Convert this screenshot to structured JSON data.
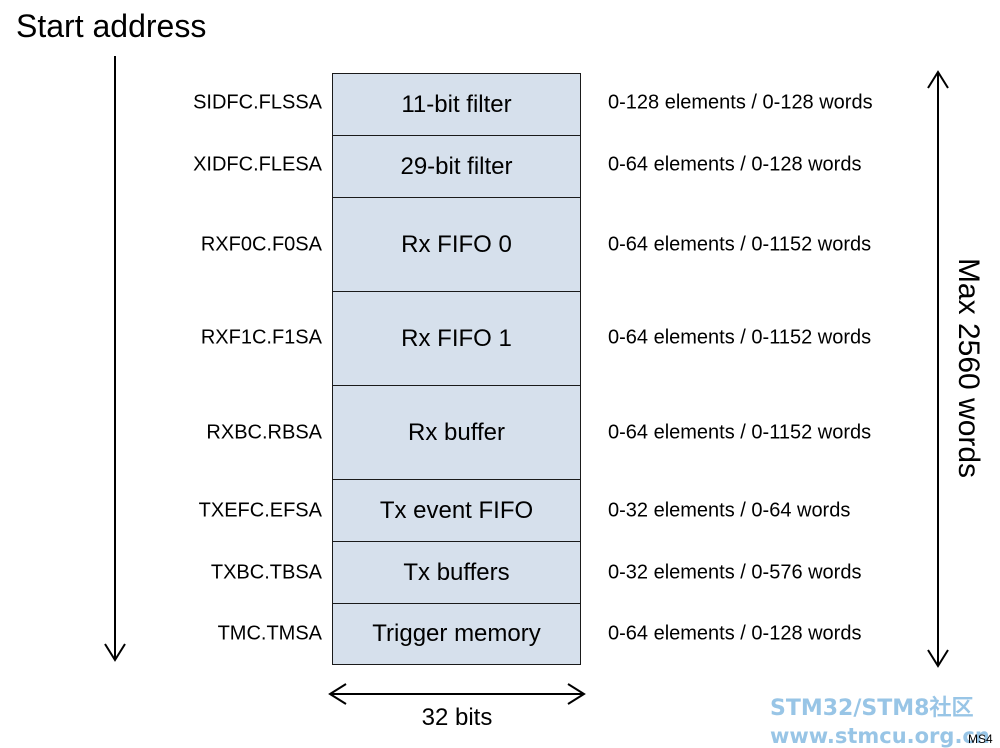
{
  "title": "Start address",
  "blocks": [
    {
      "register": "SIDFC.FLSSA",
      "label": "11-bit filter",
      "size": "0-128 elements / 0-128 words"
    },
    {
      "register": "XIDFC.FLESA",
      "label": "29-bit filter",
      "size": "0-64 elements / 0-128 words"
    },
    {
      "register": "RXF0C.F0SA",
      "label": "Rx FIFO 0",
      "size": "0-64 elements / 0-1152 words"
    },
    {
      "register": "RXF1C.F1SA",
      "label": "Rx FIFO 1",
      "size": "0-64 elements / 0-1152 words"
    },
    {
      "register": "RXBC.RBSA",
      "label": "Rx buffer",
      "size": "0-64 elements / 0-1152 words"
    },
    {
      "register": "TXEFC.EFSA",
      "label": "Tx event FIFO",
      "size": "0-32 elements / 0-64 words"
    },
    {
      "register": "TXBC.TBSA",
      "label": "Tx buffers",
      "size": "0-32 elements / 0-576 words"
    },
    {
      "register": "TMC.TMSA",
      "label": "Trigger memory",
      "size": "0-64 elements / 0-128 words"
    }
  ],
  "max_label": "Max 2560 words",
  "width_label": "32 bits",
  "watermark": {
    "line1": "STM32/STM8社区",
    "line2": "www.stmcu.org.cn"
  },
  "figure_code": "MS4"
}
